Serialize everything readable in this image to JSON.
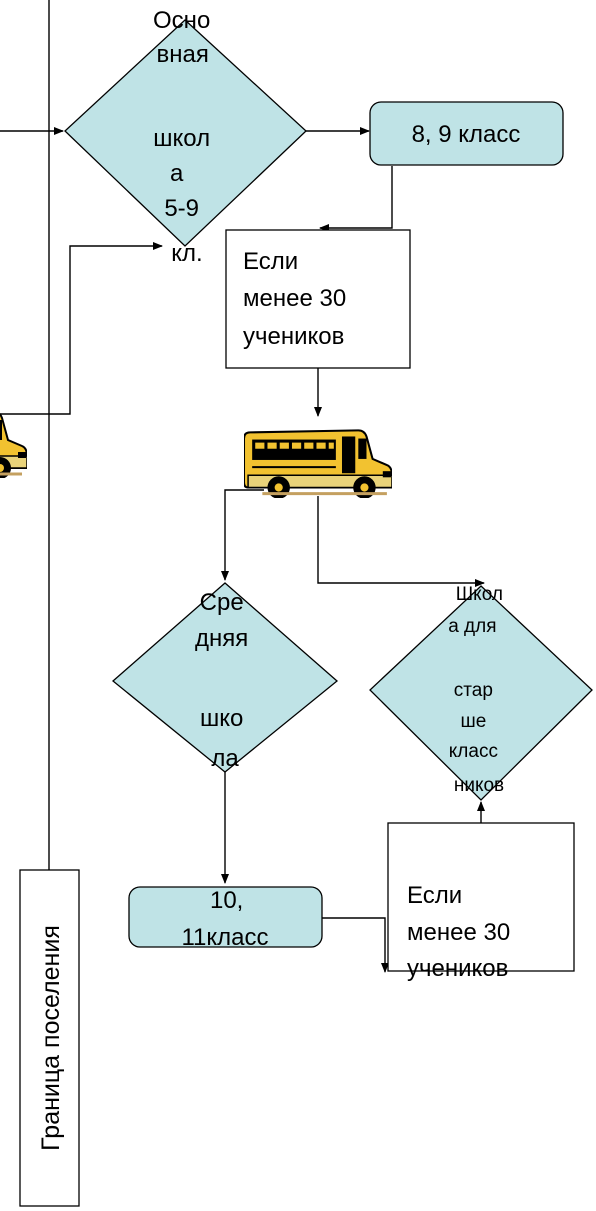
{
  "diagram": {
    "basic_school": [
      "Осно",
      "вная",
      "",
      "школ",
      "а",
      "5-9",
      "кл."
    ],
    "grade_8_9": "8, 9 класс",
    "condition_top": [
      "Если",
      "менее 30",
      "учеников"
    ],
    "secondary_school": [
      "Сре",
      "дняя",
      "",
      "шко",
      "ла"
    ],
    "senior_school": [
      "Школ",
      "а для",
      "",
      "стар",
      "ше",
      "класс",
      "ников"
    ],
    "grade_10_11": [
      "10,",
      "11класс"
    ],
    "condition_bottom": [
      "Если",
      "менее 30",
      "учеников"
    ],
    "settlement_border": "Граница поселения",
    "icons": [
      "school-bus-icon"
    ],
    "colors": {
      "node_fill": "#bfe3e6",
      "box_fill": "#ffffff",
      "line": "#000000"
    }
  }
}
